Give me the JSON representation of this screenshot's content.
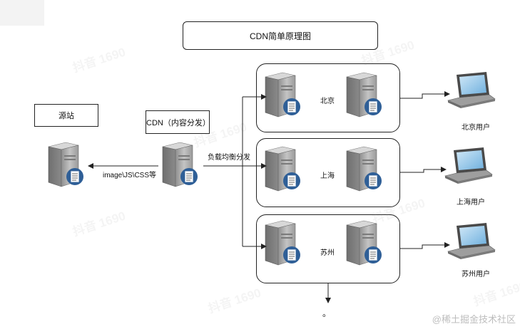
{
  "title": "CDN简单原理图",
  "labels": {
    "origin": "源站",
    "cdn": "CDN（内容分发）",
    "origin_arrow": "image\\JS\\CSS等",
    "lb_arrow": "负载均衡分发"
  },
  "groups": [
    {
      "city": "北京",
      "user": "北京用户"
    },
    {
      "city": "上海",
      "user": "上海用户"
    },
    {
      "city": "苏州",
      "user": "苏州用户"
    }
  ],
  "more_marker": "。",
  "watermark": "抖音 1690",
  "credit": "@稀土掘金技术社区",
  "icons": {
    "server": "server-icon",
    "laptop": "laptop-icon"
  },
  "colors": {
    "line": "#222222",
    "server_body": "#a9a9a9",
    "screen": "#8ec3e6",
    "doc_badge": "#2f5f97"
  }
}
